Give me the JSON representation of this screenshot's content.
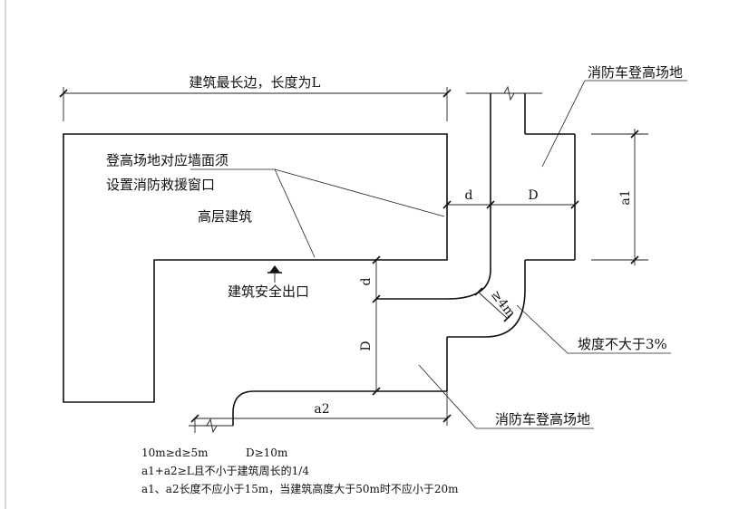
{
  "labels": {
    "longest_side": "建筑最长边，长度为L",
    "fire_truck_area_top": "消防车登高场地",
    "wall_note_line1": "登高场地对应墙面须",
    "wall_note_line2": "设置消防救援窗口",
    "building": "高层建筑",
    "safety_exit": "建筑安全出口",
    "slope": "坡度不大于3%",
    "fire_truck_area_bottom": "消防车登高场地"
  },
  "dimensions": {
    "d_right": "d",
    "D_right": "D",
    "a1": "a1",
    "d_vertical": "d",
    "D_vertical": "D",
    "radius": "≥4m",
    "a2": "a2"
  },
  "notes": {
    "line1_d": "10m≥d≥5m",
    "line1_D": "D≥10m",
    "line2": "a1+a2≥L且不小于建筑周长的1/4",
    "line3": "a1、a2长度不应小于15m，当建筑高度大于50m时不应小于20m"
  }
}
